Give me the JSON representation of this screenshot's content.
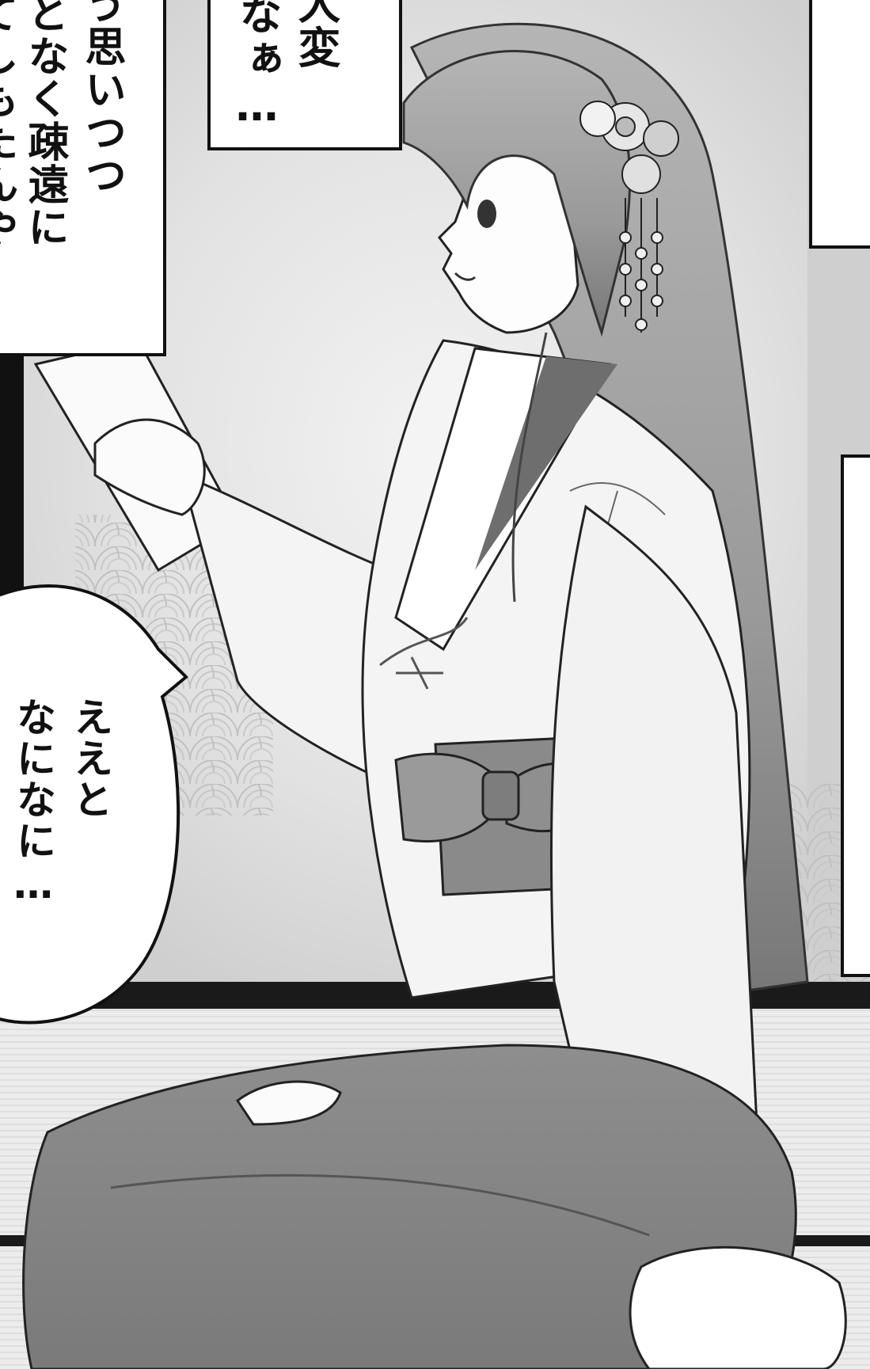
{
  "captions": {
    "left_box": {
      "lines": [
        "う思いつつ",
        "となく疎遠に",
        "てしもたんや"
      ]
    },
    "top_box": {
      "lines": [
        "大変",
        "なぁ…"
      ]
    }
  },
  "speech_bubble": {
    "lines": [
      "ええと",
      "なになに…"
    ]
  },
  "colors": {
    "background": "#d9d9d9",
    "hakama": "#8a8a8a",
    "kimono": "#f4f4f4",
    "hair": "#9b9b9b",
    "ink": "#111111"
  }
}
